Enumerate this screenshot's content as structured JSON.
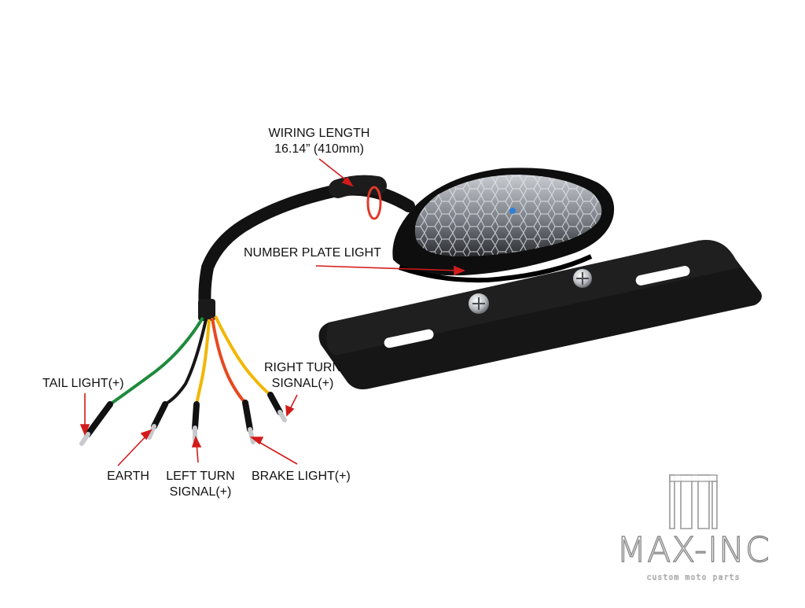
{
  "callouts": {
    "wiring_length_line1": "WIRING LENGTH",
    "wiring_length_line2": "16.14” (410mm)",
    "number_plate_light": "NUMBER PLATE LIGHT",
    "tail_light": "TAIL LIGHT(+)",
    "right_turn_line1": "RIGHT TURN",
    "right_turn_line2": "SIGNAL(+)",
    "earth": "EARTH",
    "left_turn_line1": "LEFT TURN",
    "left_turn_line2": "SIGNAL(+)",
    "brake_light": "BRAKE LIGHT(+)"
  },
  "brand": {
    "name": "MAX-INC",
    "tagline": "custom moto parts"
  },
  "colors": {
    "arrow": "#d31b1b",
    "plate": "#1b1b1b",
    "wire_green": "#1f8a3c",
    "wire_black": "#161616",
    "wire_yellow": "#f2b705",
    "wire_orange": "#f06a1a",
    "wire_red": "#e8481f",
    "lens": "#6b6f76"
  }
}
